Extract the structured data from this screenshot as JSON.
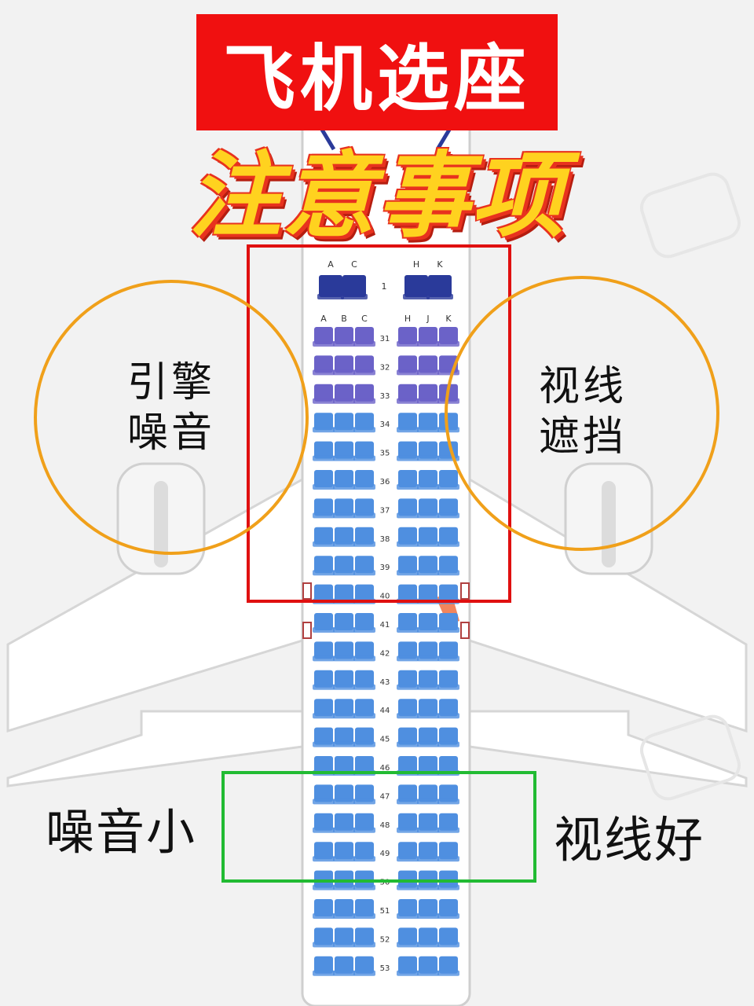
{
  "title": "飞机选座",
  "subtitle": "注意事项",
  "left_circle_label": [
    "引擎",
    "噪音"
  ],
  "right_circle_label": [
    "视线",
    "遮挡"
  ],
  "bottom_left_label": "噪音小",
  "bottom_right_label": "视线好",
  "seat_map": {
    "first_class": {
      "row": "1",
      "left_letters": [
        "A",
        "C"
      ],
      "right_letters": [
        "H",
        "K"
      ]
    },
    "economy_letters_left": [
      "A",
      "B",
      "C"
    ],
    "economy_letters_right": [
      "H",
      "J",
      "K"
    ],
    "rows": [
      "31",
      "32",
      "33",
      "34",
      "35",
      "36",
      "37",
      "38",
      "39",
      "40",
      "41",
      "42",
      "43",
      "44",
      "45",
      "46",
      "47",
      "48",
      "49",
      "50",
      "51",
      "52",
      "53"
    ]
  },
  "colors": {
    "title_bg": "#f01010",
    "subtitle_fill": "#ffd21f",
    "subtitle_outline": "#e8321e",
    "seat_purple": "#6b62c8",
    "seat_blue": "#4f8fe0",
    "seat_first": "#2a3a9a",
    "circle_stroke": "#f0a01a",
    "red_box": "#e01010",
    "green_box": "#22bb33"
  }
}
